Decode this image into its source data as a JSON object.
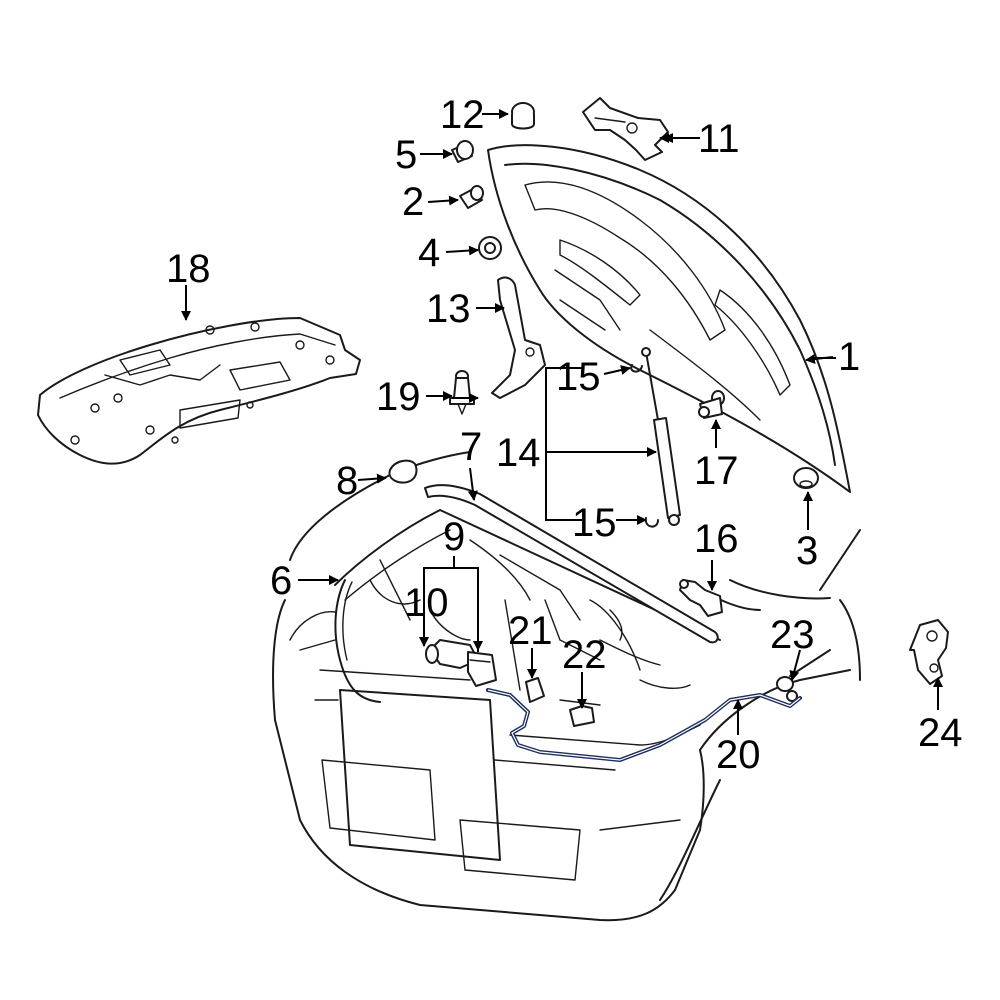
{
  "accent": "#1c2e5e",
  "callouts": [
    "1",
    "2",
    "3",
    "4",
    "5",
    "6",
    "7",
    "8",
    "9",
    "10",
    "11",
    "12",
    "13",
    "14",
    "15",
    "15",
    "16",
    "17",
    "18",
    "19",
    "20",
    "21",
    "22",
    "23",
    "24"
  ]
}
